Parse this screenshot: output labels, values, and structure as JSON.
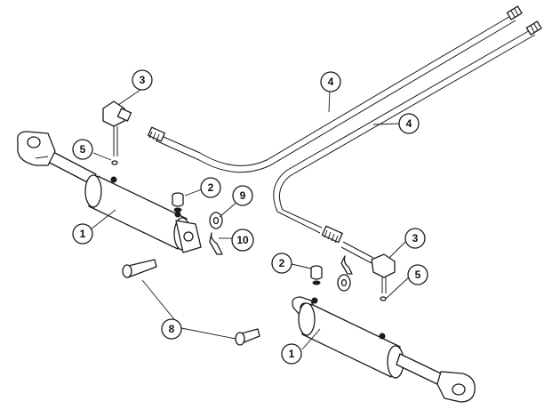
{
  "callouts": {
    "c1a": "1",
    "c1b": "1",
    "c2a": "2",
    "c2b": "2",
    "c3a": "3",
    "c3b": "3",
    "c4a": "4",
    "c4b": "4",
    "c5a": "5",
    "c5b": "5",
    "c8": "8",
    "c9": "9",
    "c10": "10"
  }
}
